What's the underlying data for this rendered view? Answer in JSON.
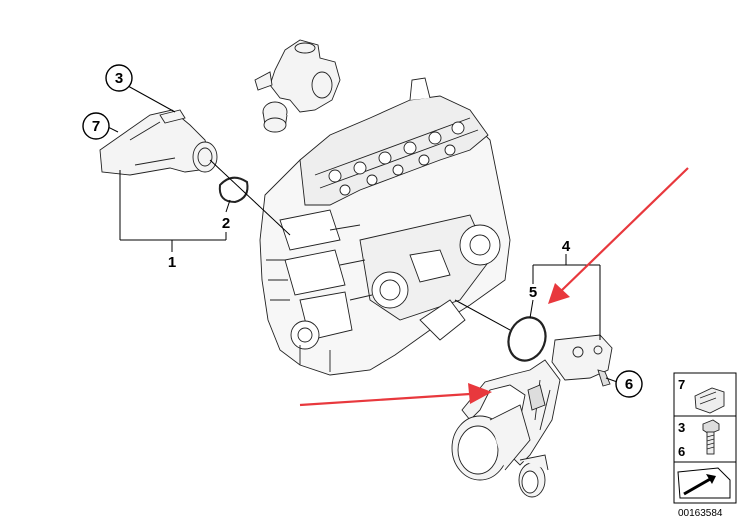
{
  "callouts": {
    "c1": "1",
    "c2": "2",
    "c3": "3",
    "c4": "4",
    "c5": "5",
    "c6": "6",
    "c7": "7"
  },
  "legend": {
    "row1_num": "7",
    "row2_num_a": "3",
    "row2_num_b": "6"
  },
  "reference_number": "00163584",
  "colors": {
    "arrow": "#e8383d",
    "line": "#000000",
    "background": "#ffffff"
  },
  "icons": [
    "engine-block-illustration",
    "thermostat-housing",
    "coolant-pipe",
    "o-ring",
    "clip",
    "bolt",
    "page-corner-arrow-icon"
  ]
}
